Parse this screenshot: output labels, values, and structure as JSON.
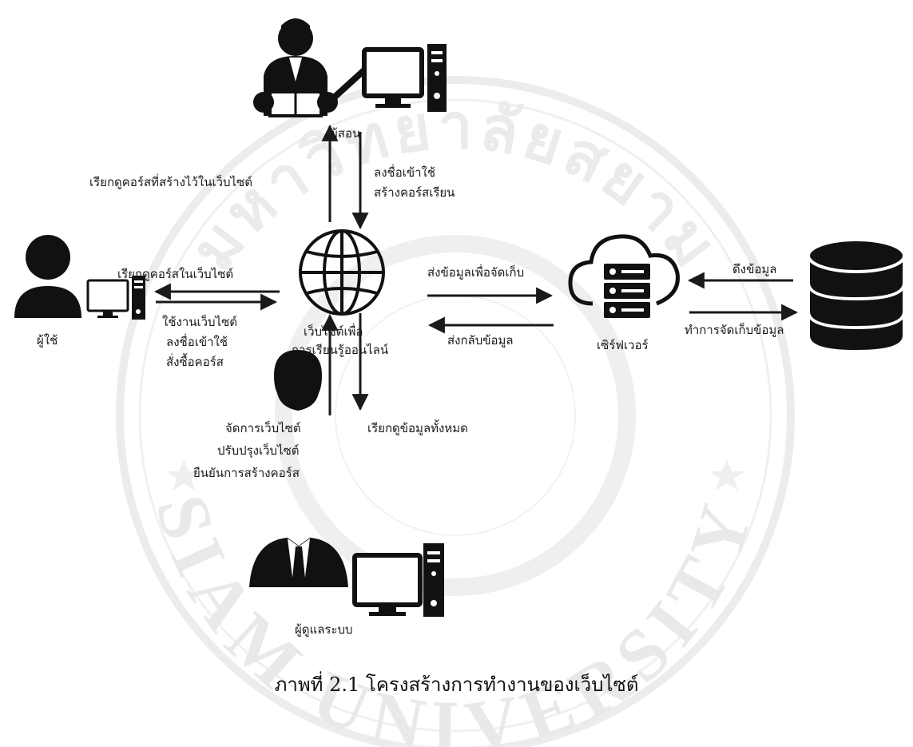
{
  "actors": {
    "instructor": "ผู้สอน",
    "user": "ผู้ใช้",
    "admin": "ผู้ดูแลระบบ",
    "server": "เซิร์ฟเวอร์",
    "website_line1": "เว็บไซต์เพื่อ",
    "website_line2": "การเรียนรู้ออนไลน์"
  },
  "flows": {
    "instructor_up": "เรียกดูคอร์สที่สร้างไว้ในเว็บไซต์",
    "instructor_down_1": "ลงชื่อเข้าใช้",
    "instructor_down_2": "สร้างคอร์สเรียน",
    "user_top": "เรียกดูคอร์สในเว็บไซต์",
    "user_bottom_1": "ใช้งานเว็บไซต์",
    "user_bottom_2": "ลงชื่อเข้าใช้",
    "user_bottom_3": "สั่งซื้อคอร์ส",
    "admin_up_1": "จัดการเว็บไซต์",
    "admin_up_2": "ปรับปรุงเว็บไซต์",
    "admin_up_3": "ยืนยันการสร้างคอร์ส",
    "admin_down": "เรียกดูข้อมูลทั้งหมด",
    "server_request": "ส่งข้อมูลเพื่อจัดเก็บ",
    "server_response": "ส่งกลับข้อมูล",
    "db_fetch": "ดึงข้อมูล",
    "db_store": "ทำการจัดเก็บข้อมูล"
  },
  "caption": "ภาพที่ 2.1 โครงสร้างการทำงานของเว็บไซต์",
  "watermark": {
    "text_top": "มหาวิทยาลัยสยาม",
    "text_bottom": "SIAM UNIVERSITY"
  },
  "colors": {
    "ink": "#1a1a1a",
    "watermark": "#e6e6e6"
  }
}
